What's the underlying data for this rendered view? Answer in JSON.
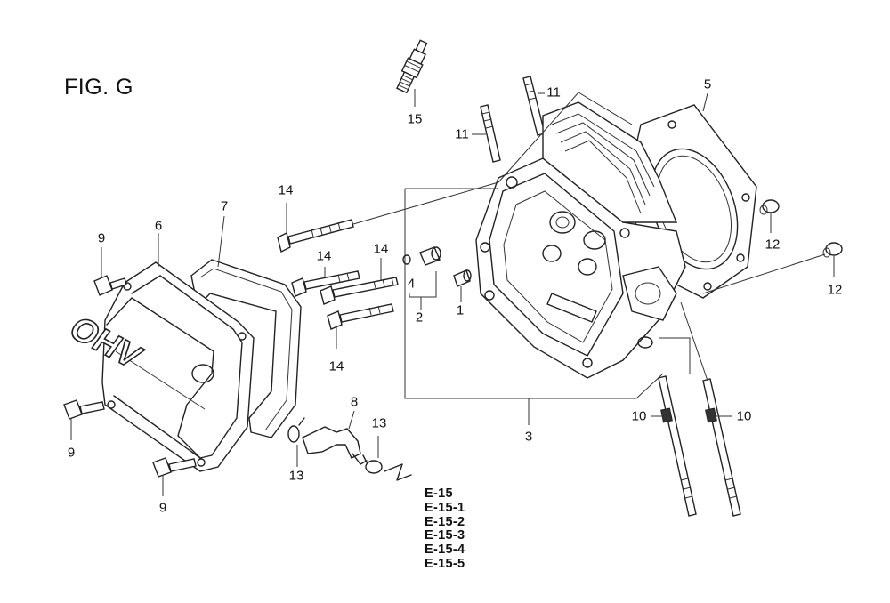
{
  "figure": {
    "title": "FIG. G"
  },
  "callouts": [
    {
      "id": "c15",
      "label": "15"
    },
    {
      "id": "c11a",
      "label": "11"
    },
    {
      "id": "c11b",
      "label": "11"
    },
    {
      "id": "c5",
      "label": "5"
    },
    {
      "id": "c14a",
      "label": "14"
    },
    {
      "id": "c7",
      "label": "7"
    },
    {
      "id": "c6",
      "label": "6"
    },
    {
      "id": "c9a",
      "label": "9"
    },
    {
      "id": "c14b",
      "label": "14"
    },
    {
      "id": "c14c",
      "label": "14"
    },
    {
      "id": "c4",
      "label": "4"
    },
    {
      "id": "c2",
      "label": "2"
    },
    {
      "id": "c1",
      "label": "1"
    },
    {
      "id": "c14d",
      "label": "14"
    },
    {
      "id": "c12a",
      "label": "12"
    },
    {
      "id": "c12b",
      "label": "12"
    },
    {
      "id": "c9b",
      "label": "9"
    },
    {
      "id": "c8",
      "label": "8"
    },
    {
      "id": "c13a",
      "label": "13"
    },
    {
      "id": "c13b",
      "label": "13"
    },
    {
      "id": "c3",
      "label": "3"
    },
    {
      "id": "c10a",
      "label": "10"
    },
    {
      "id": "c10b",
      "label": "10"
    },
    {
      "id": "c9c",
      "label": "9"
    }
  ],
  "cover_lettering": "OHV",
  "references": [
    "E-15",
    "E-15-1",
    "E-15-2",
    "E-15-3",
    "E-15-4",
    "E-15-5"
  ]
}
